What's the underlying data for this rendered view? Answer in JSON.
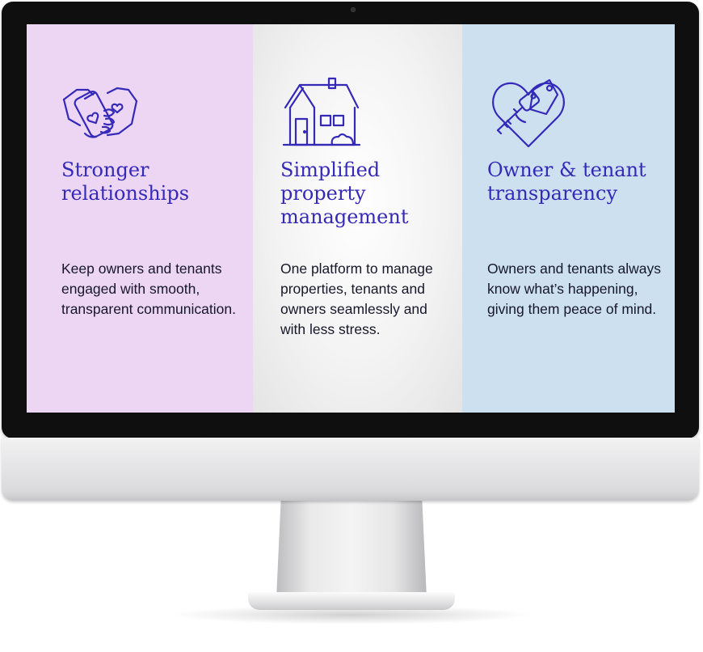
{
  "features": [
    {
      "icon": "handshake-phone-heart-icon",
      "title": "Stronger relationships",
      "description": "Keep owners and tenants engaged with smooth, transparent communication."
    },
    {
      "icon": "house-icon",
      "title": "Simplified property management",
      "description": "One platform to manage properties, tenants and owners seamlessly and with less stress."
    },
    {
      "icon": "heart-key-tag-icon",
      "title": "Owner & tenant transparency",
      "description": "Owners and tenants always know what’s happening, giving them peace of mind."
    }
  ],
  "colors": {
    "accent": "#3529b8",
    "text": "#17172b",
    "panel_1": "#ecd6f3",
    "panel_2": "#f3f3f3",
    "panel_3": "#cce0ef"
  }
}
